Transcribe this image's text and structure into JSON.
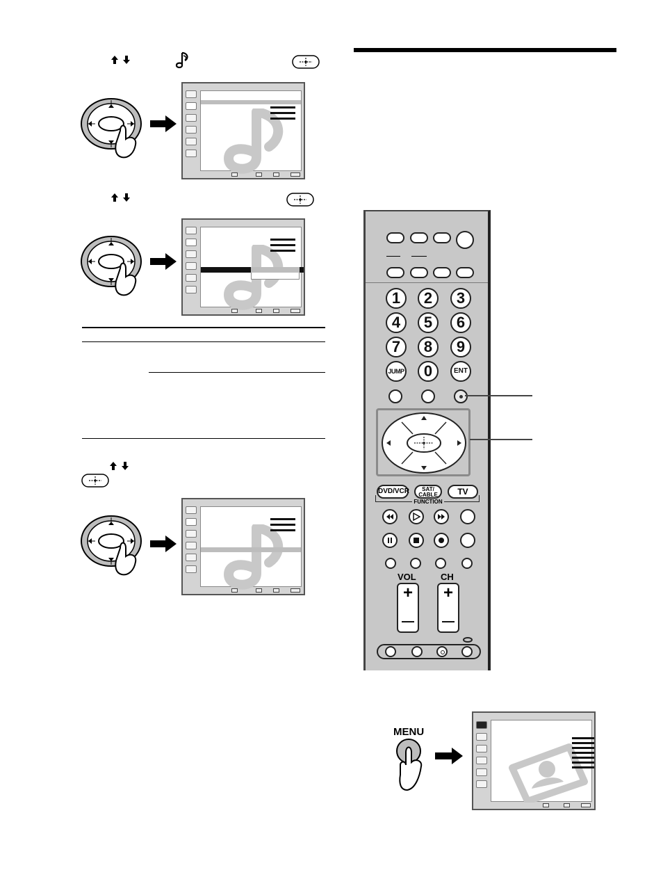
{
  "remote": {
    "numbers": [
      "1",
      "2",
      "3",
      "4",
      "5",
      "6",
      "7",
      "8",
      "9"
    ],
    "jump_label": "JUMP",
    "zero_label": "0",
    "ent_label": "ENT",
    "function_buttons": [
      "DVD/VCR",
      "SAT/\nCABLE",
      "TV"
    ],
    "function_label": "FUNCTION",
    "vol_label": "VOL",
    "ch_label": "CH",
    "plus": "+",
    "minus": "—"
  },
  "menu_button_label": "MENU",
  "colors": {
    "page": "#ffffff",
    "remote_body": "#c8c8c8",
    "highlight_frame": "#8a8a8a",
    "screen_bg": "#d4d4d4"
  },
  "icons": [
    "up-down-arrows-icon",
    "sound-menu-icon",
    "select-button-icon",
    "pointing-hand-icon",
    "right-arrow-icon",
    "picture-menu-icon"
  ]
}
